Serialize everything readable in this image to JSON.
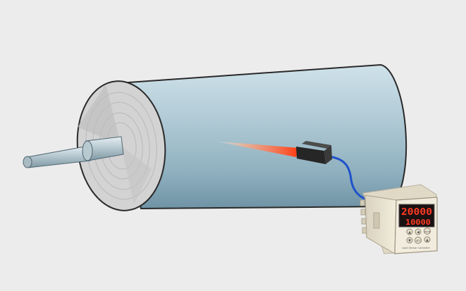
{
  "controller": {
    "display_top": "20000",
    "display_bottom": "10000",
    "panel_label": "Load Sensor Controller",
    "buttons": [
      "▲",
      "◀",
      "MODE",
      "▼",
      "SET",
      "▲"
    ]
  },
  "colors": {
    "background": "#ececec",
    "roll_body": "#a9c5d0",
    "roll_end_face": "#c9c9c9",
    "laser_beam": "#ff5a2a",
    "sensor_body": "#2b2b2b",
    "cable": "#1f52c9",
    "display_digits": "#ff3a24"
  },
  "icons": {
    "roll": "roll-icon",
    "shaft": "shaft-icon",
    "sensor": "sensor-icon",
    "controller": "controller-icon"
  }
}
